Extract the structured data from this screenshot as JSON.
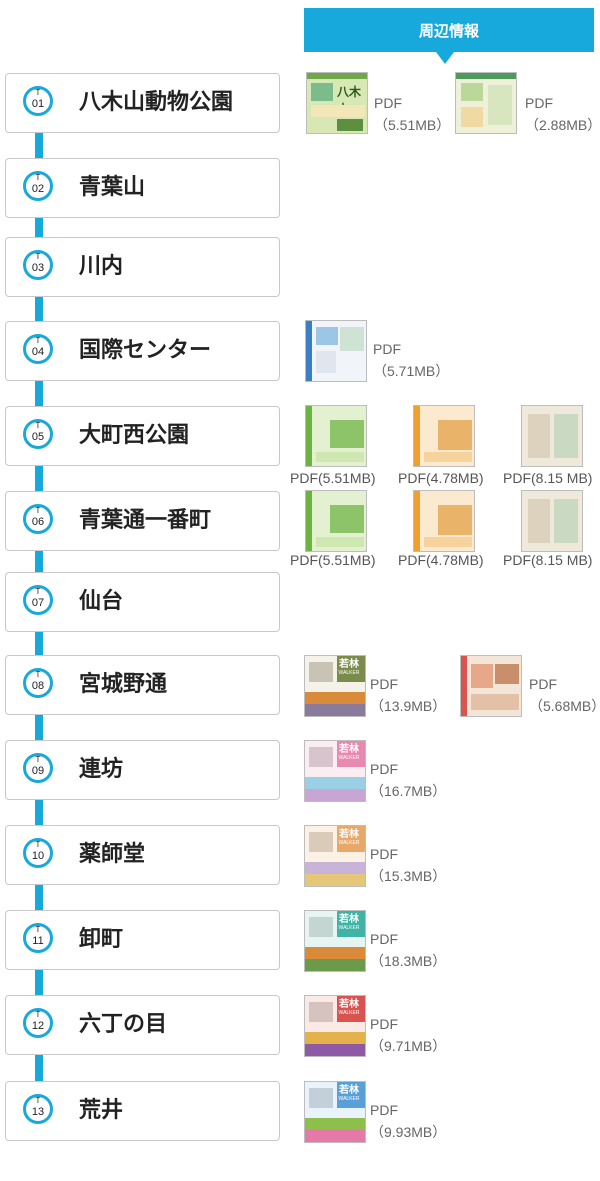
{
  "header": {
    "title": "周辺情報"
  },
  "stations": [
    {
      "t": "T",
      "num": "01",
      "name": "八木山動物公園"
    },
    {
      "t": "T",
      "num": "02",
      "name": "青葉山"
    },
    {
      "t": "T",
      "num": "03",
      "name": "川内"
    },
    {
      "t": "T",
      "num": "04",
      "name": "国際センター"
    },
    {
      "t": "T",
      "num": "05",
      "name": "大町西公園"
    },
    {
      "t": "T",
      "num": "06",
      "name": "青葉通一番町"
    },
    {
      "t": "T",
      "num": "07",
      "name": "仙台"
    },
    {
      "t": "T",
      "num": "08",
      "name": "宮城野通"
    },
    {
      "t": "T",
      "num": "09",
      "name": "連坊"
    },
    {
      "t": "T",
      "num": "10",
      "name": "薬師堂"
    },
    {
      "t": "T",
      "num": "11",
      "name": "卸町"
    },
    {
      "t": "T",
      "num": "12",
      "name": "六丁の目"
    },
    {
      "t": "T",
      "num": "13",
      "name": "荒井"
    }
  ],
  "pdfs": {
    "s01": [
      {
        "label": "PDF",
        "size": "（5.51MB）",
        "thumb_title": "八木山"
      },
      {
        "label": "PDF",
        "size": "（2.88MB）"
      }
    ],
    "s04": [
      {
        "label": "PDF",
        "size": "（5.71MB）"
      }
    ],
    "s05": [
      {
        "caption": "PDF(5.51MB)"
      },
      {
        "caption": "PDF(4.78MB)"
      },
      {
        "caption": "PDF(8.15 MB)"
      }
    ],
    "s06": [
      {
        "caption": "PDF(5.51MB)"
      },
      {
        "caption": "PDF(4.78MB)"
      },
      {
        "caption": "PDF(8.15 MB)"
      }
    ],
    "s08": [
      {
        "label": "PDF",
        "size": "（13.9MB）",
        "thumb_title": "若林",
        "thumb_sub": "WALKER"
      },
      {
        "label": "PDF",
        "size": "（5.68MB）"
      }
    ],
    "s09": [
      {
        "label": "PDF",
        "size": "（16.7MB）",
        "thumb_title": "若林",
        "thumb_sub": "WALKER"
      }
    ],
    "s10": [
      {
        "label": "PDF",
        "size": "（15.3MB）",
        "thumb_title": "若林",
        "thumb_sub": "WALKER"
      }
    ],
    "s11": [
      {
        "label": "PDF",
        "size": "（18.3MB）",
        "thumb_title": "若林",
        "thumb_sub": "WALKER"
      }
    ],
    "s12": [
      {
        "label": "PDF",
        "size": "（9.71MB）",
        "thumb_title": "若林",
        "thumb_sub": "WALKER"
      }
    ],
    "s13": [
      {
        "label": "PDF",
        "size": "（9.93MB）",
        "thumb_title": "若林",
        "thumb_sub": "WALKER"
      }
    ]
  },
  "colors": {
    "accent": "#18a9dc",
    "walker_s08": "#e8e4d8",
    "walker_s09": "#e88ab0",
    "walker_s10": "#e7a86a",
    "walker_s11": "#3fb3a4",
    "walker_s12": "#d9534f",
    "walker_s13": "#5aa0d8"
  }
}
